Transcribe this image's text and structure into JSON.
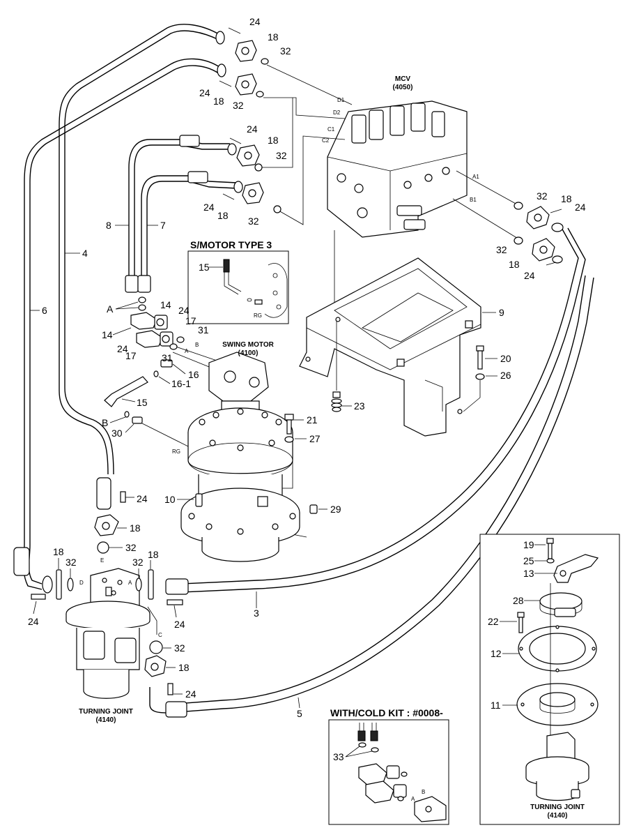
{
  "components": {
    "mcv": {
      "name": "MCV",
      "code": "(4050)"
    },
    "swing_motor": {
      "name": "SWING MOTOR",
      "code": "(4100)"
    },
    "turning_joint": {
      "name": "TURNING JOINT",
      "code": "(4140)"
    },
    "turning_joint_detail": {
      "name": "TURNING JOINT",
      "code": "(4140)"
    }
  },
  "insets": {
    "smotor": "S/MOTOR TYPE 3",
    "coldkit": "WITH/COLD KIT : #0008-"
  },
  "ports": {
    "d1": "D1",
    "d2": "D2",
    "c1": "C1",
    "c2": "C2",
    "a1": "A1",
    "b1": "B1",
    "a": "A",
    "b": "B",
    "c": "C",
    "d": "D",
    "e": "E",
    "rg": "RG"
  },
  "part_labels": {
    "p24a": "24",
    "p18a": "18",
    "p32a": "32",
    "p24b": "24",
    "p18b": "18",
    "p32b": "32",
    "p24c": "24",
    "p18c": "18",
    "p32c": "32",
    "p24d": "24",
    "p18d": "18",
    "p32d": "32",
    "p8": "8",
    "p7": "7",
    "p4": "4",
    "p6": "6",
    "p32e": "32",
    "p18e": "18",
    "p24e": "24",
    "p32f": "32",
    "p18f": "18",
    "p24f": "24",
    "p9": "9",
    "p20": "20",
    "p26": "26",
    "p23": "23",
    "p14a": "14",
    "p14b": "14",
    "p24g": "24",
    "p17a": "17",
    "p24h": "24",
    "p17b": "17",
    "p31a": "31",
    "p31b": "31",
    "p16": "16",
    "p161": "16-1",
    "p15a": "15",
    "p30": "30",
    "p15b": "15",
    "pA": "A",
    "pB": "B",
    "p21": "21",
    "p27": "27",
    "p10": "10",
    "p29": "29",
    "p24i": "24",
    "p18i": "18",
    "p32i": "32",
    "p18j": "18",
    "p32j": "32",
    "p24j": "24",
    "p32k": "32",
    "p18k": "18",
    "p24k": "24",
    "p32l": "32",
    "p18l": "18",
    "p24l": "24",
    "p3": "3",
    "p5": "5",
    "p19": "19",
    "p25": "25",
    "p13": "13",
    "p28": "28",
    "p22": "22",
    "p12": "12",
    "p11": "11",
    "p33": "33"
  }
}
